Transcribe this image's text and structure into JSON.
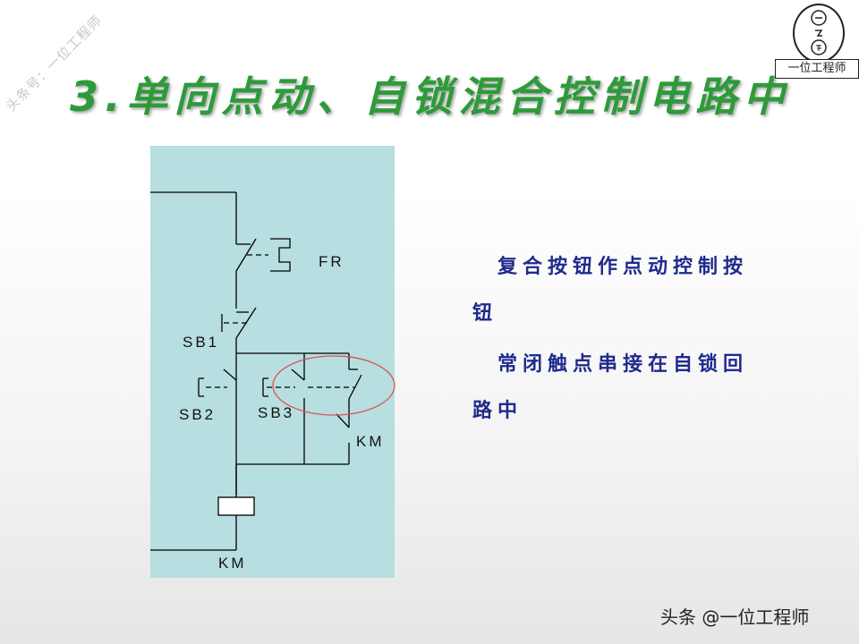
{
  "watermark": "头条号：一位工程师",
  "title": "3.单向点动、自锁混合控制电路中",
  "logo": {
    "label": "一位工程师"
  },
  "circuit": {
    "labels": {
      "fr": "FR",
      "sb1": "SB1",
      "sb2": "SB2",
      "sb3": "SB3",
      "km_contact": "KM",
      "km_coil": "KM"
    },
    "panel_color": "#b7dee1",
    "highlight_color": "#d9534f"
  },
  "descriptions": [
    {
      "line1": "复合按钮作点动控制按",
      "line2": "钮"
    },
    {
      "line1": "常闭触点串接在自锁回",
      "line2": "路中"
    }
  ],
  "footer": "头条 @一位工程师",
  "colors": {
    "title": "#2e9a3a",
    "description": "#1f2a8c"
  }
}
